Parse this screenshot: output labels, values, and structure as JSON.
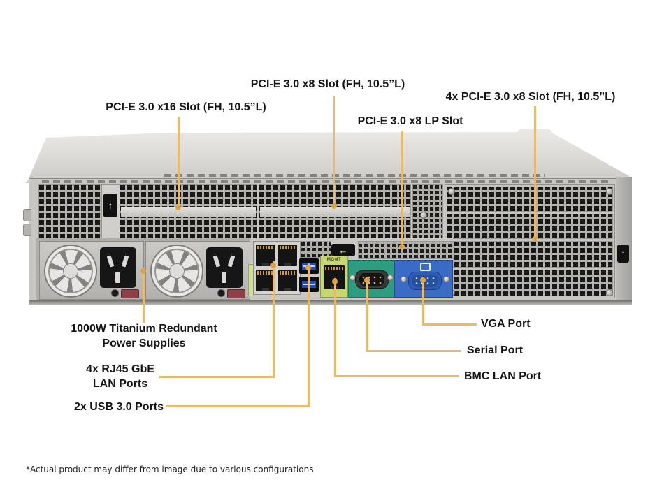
{
  "diagram": {
    "footnote": "*Actual product may differ from image due to various configurations"
  },
  "labels": {
    "pcie_x8_fh": "PCI-E 3.0 x8 Slot (FH, 10.5”L)",
    "pcie_x16_fh": "PCI-E 3.0 x16 Slot (FH, 10.5”L)",
    "pcie_4x_x8_fh": "4x PCI-E 3.0 x8 Slot (FH, 10.5”L)",
    "pcie_x8_lp": "PCI-E 3.0 x8 LP Slot",
    "psu_line1": "1000W Titanium Redundant",
    "psu_line2": "Power Supplies",
    "lan_line1": "4x RJ45 GbE",
    "lan_line2": "LAN Ports",
    "usb": "2x USB 3.0 Ports",
    "vga": "VGA Port",
    "serial": "Serial Port",
    "bmc": "BMC LAN Port"
  },
  "ports": {
    "mgmt_label": "MGMT"
  },
  "icons": {
    "up_arrow": "↑",
    "left_arrow": "←"
  },
  "colors": {
    "callout_line": "#eaba6c",
    "callout_tip": "#dda345",
    "mgmt_plate": "#c6d772",
    "serial_plate": "#2d9c81",
    "vga_plate": "#3a6cc6",
    "usb_port": "#1e4fc0",
    "chassis": "#c8c7c4"
  }
}
